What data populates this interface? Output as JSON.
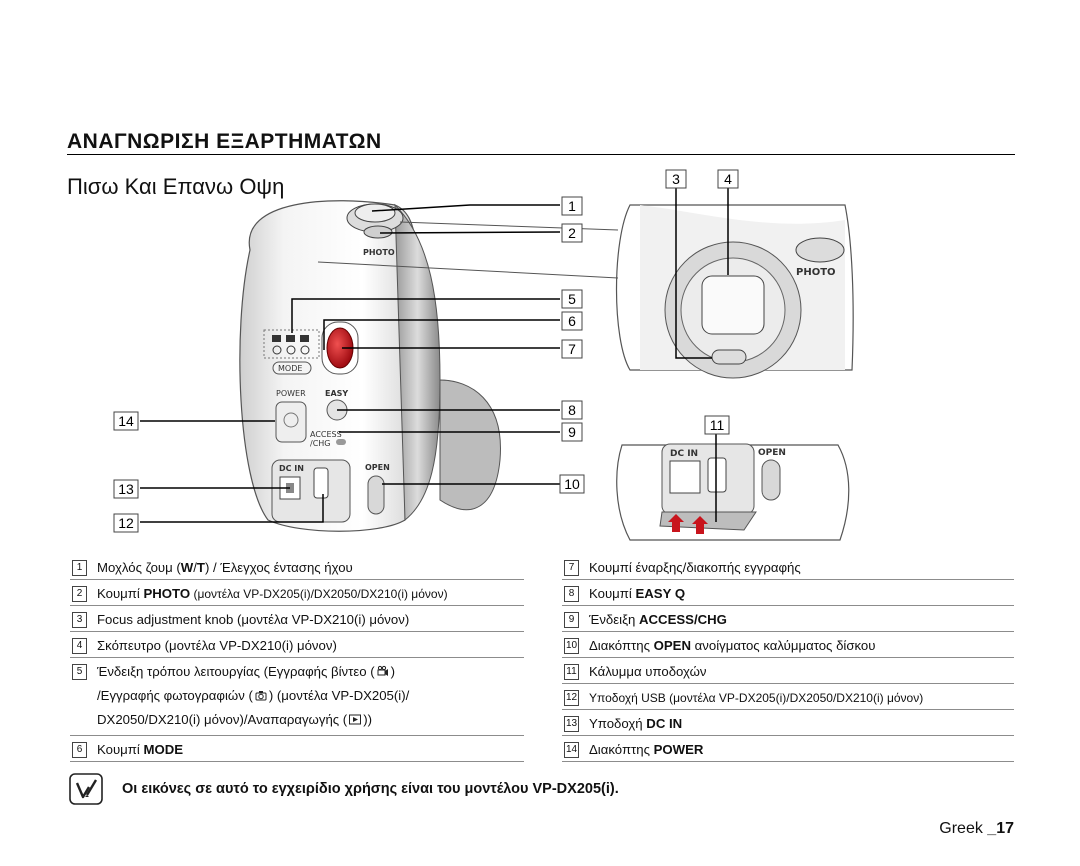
{
  "page": {
    "title": "ΑΝΑΓΝΩΡΙΣΗ ΕΞΑΡΤΗΜΑΤΩΝ",
    "subtitle": "Πισω Και Επανω Οψη"
  },
  "figure": {
    "callouts": [
      "1",
      "2",
      "3",
      "4",
      "5",
      "6",
      "7",
      "8",
      "9",
      "10",
      "11",
      "12",
      "13",
      "14"
    ],
    "device_labels": {
      "photo": "PHOTO",
      "mode": "MODE",
      "power": "POWER",
      "easy": "EASY",
      "access": "ACCESS",
      "chg": "/CHG",
      "dc_in": "DC IN",
      "open": "OPEN"
    }
  },
  "legend_left": [
    {
      "num": "1",
      "parts": [
        {
          "t": "Μοχλός ζουμ ("
        },
        {
          "t": "W",
          "b": true
        },
        {
          "t": "/"
        },
        {
          "t": "T",
          "b": true
        },
        {
          "t": ") / Έλεγχος έντασης ήχου"
        }
      ]
    },
    {
      "num": "2",
      "parts": [
        {
          "t": "Κουμπί "
        },
        {
          "t": "PHOTO",
          "b": true
        },
        {
          "t": " (μοντέλα VP-DX205(i)/DX2050/DX210(i) μόνον)",
          "s": true
        }
      ]
    },
    {
      "num": "3",
      "parts": [
        {
          "t": "Focus adjustment knob (μοντέλα VP-DX210(i) μόνον)"
        }
      ]
    },
    {
      "num": "4",
      "parts": [
        {
          "t": "Σκόπευτρο (μοντέλα VP-DX210(i) μόνον)"
        }
      ]
    },
    {
      "num": "5",
      "parts": [
        {
          "t": "Ένδειξη τρόπου λειτουργίας (Εγγραφής βίντεο ("
        },
        {
          "icon": "video-mode-icon"
        },
        {
          "t": ")"
        }
      ]
    },
    {
      "num": "",
      "parts": [
        {
          "t": "/Εγγραφής φωτογραφιών ("
        },
        {
          "icon": "photo-mode-icon"
        },
        {
          "t": ") (μοντέλα VP-DX205(i)/"
        }
      ]
    },
    {
      "num": "",
      "parts": [
        {
          "t": "DX2050/DX210(i) μόνον)/Αναπαραγωγής ("
        },
        {
          "icon": "play-mode-icon"
        },
        {
          "t": "))"
        }
      ]
    },
    {
      "num": "6",
      "parts": [
        {
          "t": "Κουμπί "
        },
        {
          "t": "MODE",
          "b": true
        }
      ]
    }
  ],
  "legend_right": [
    {
      "num": "7",
      "parts": [
        {
          "t": "Κουμπί έναρξης/διακοπής εγγραφής"
        }
      ]
    },
    {
      "num": "8",
      "parts": [
        {
          "t": "Κουμπί "
        },
        {
          "t": "EASY Q",
          "b": true
        }
      ]
    },
    {
      "num": "9",
      "parts": [
        {
          "t": "Ένδειξη "
        },
        {
          "t": "ACCESS/CHG",
          "b": true
        }
      ]
    },
    {
      "num": "10",
      "parts": [
        {
          "t": "Διακόπτης "
        },
        {
          "t": "OPEN",
          "b": true
        },
        {
          "t": " ανοίγματος καλύμματος δίσκου"
        }
      ]
    },
    {
      "num": "11",
      "parts": [
        {
          "t": "Κάλυμμα υποδοχών"
        }
      ]
    },
    {
      "num": "12",
      "parts": [
        {
          "t": "Υποδοχή USB (μοντέλα VP-DX205(i)/DX2050/DX210(i) μόνον)",
          "s": true
        }
      ]
    },
    {
      "num": "13",
      "parts": [
        {
          "t": "Υποδοχή "
        },
        {
          "t": "DC IN",
          "b": true
        }
      ]
    },
    {
      "num": "14",
      "parts": [
        {
          "t": "Διακόπτης "
        },
        {
          "t": "POWER",
          "b": true
        }
      ]
    }
  ],
  "note": "Οι εικόνες σε αυτό το εγχειρίδιο χρήσης είναι του μοντέλου VP-DX205(i).",
  "footer": {
    "lang": "Greek ",
    "page": "_17"
  },
  "colors": {
    "accent_red": "#c8141c",
    "rule": "#000000",
    "row_line": "#8c8c8c"
  }
}
